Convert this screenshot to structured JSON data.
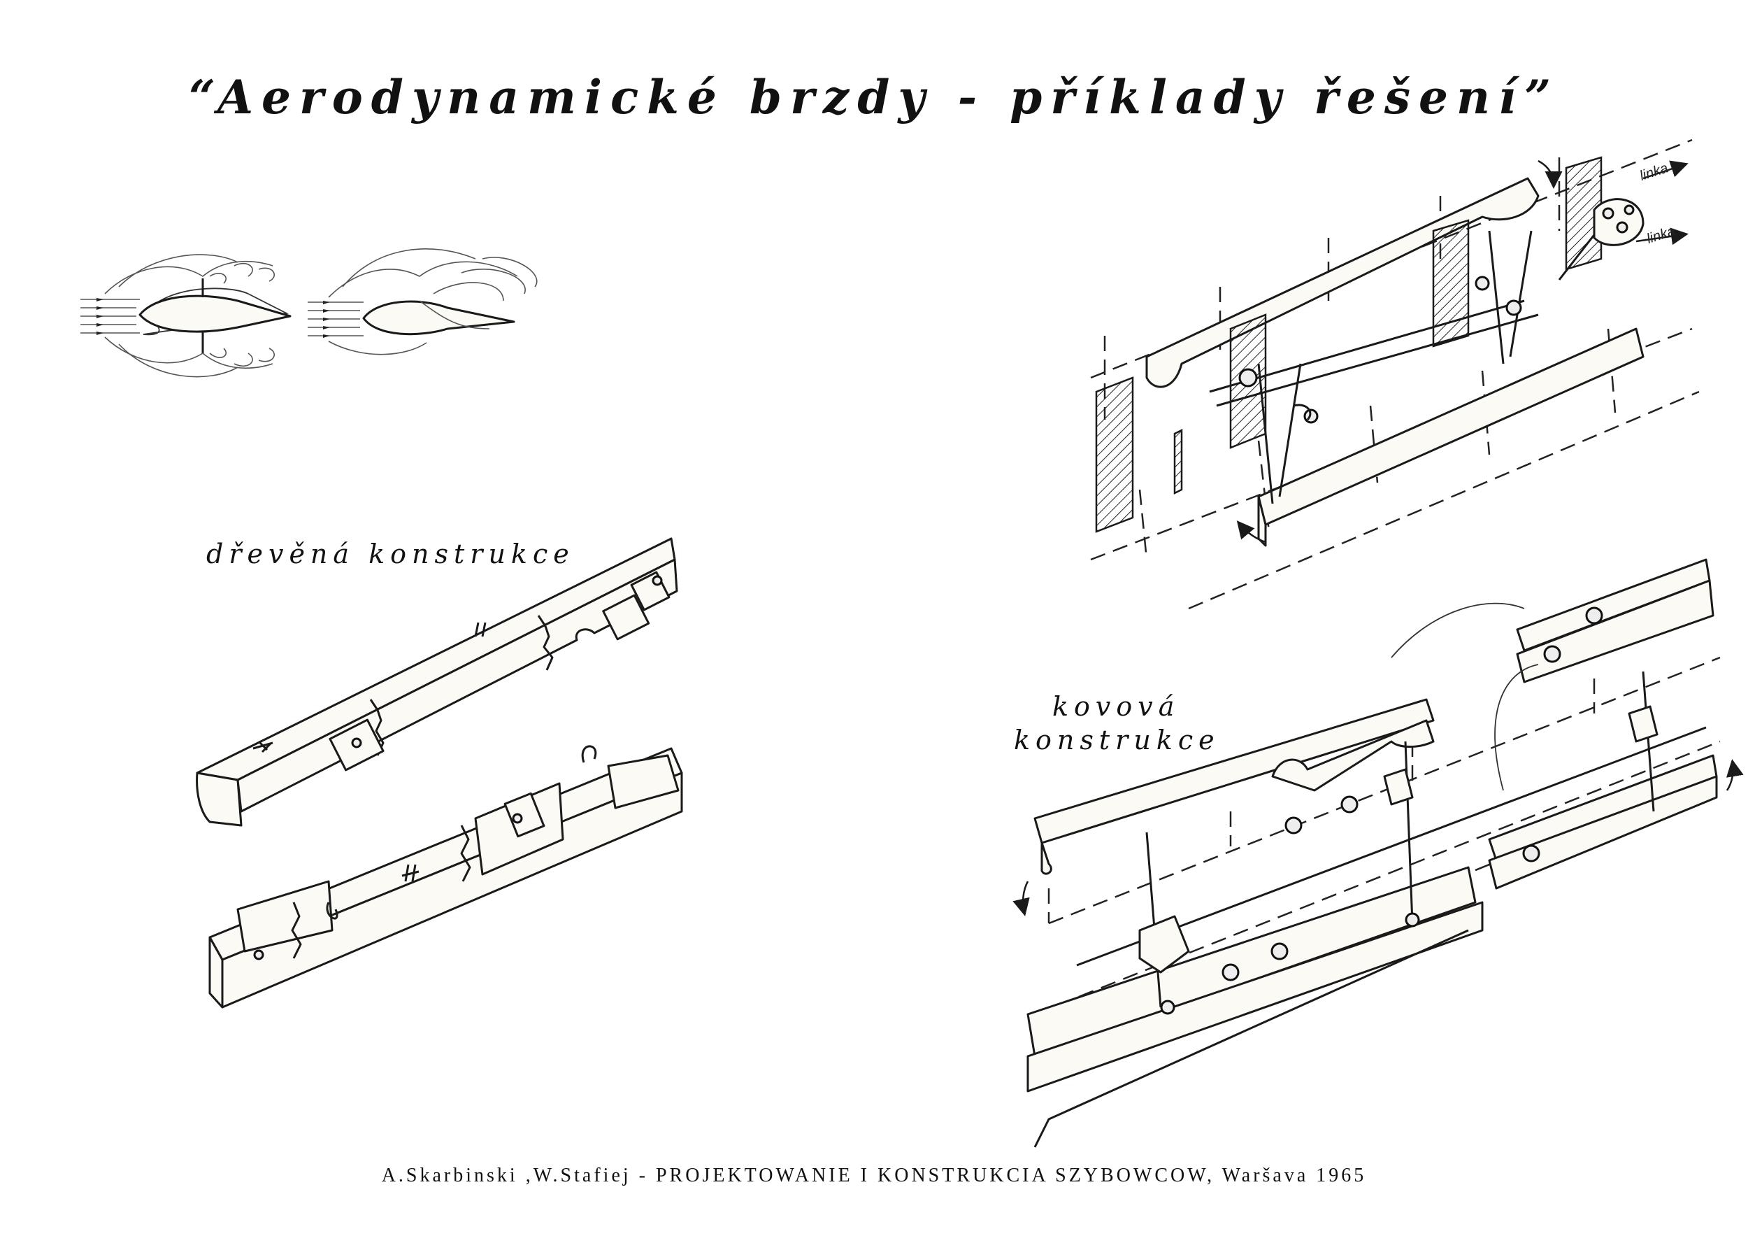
{
  "title": "“Aerodynamické brzdy - příklady řešení”",
  "labels": {
    "wooden": "dřevěná konstrukce",
    "metal_line1": "kovová",
    "metal_line2": "konstrukce",
    "cable_top": "linka",
    "cable_bottom": "linka"
  },
  "footer": "A.Skarbinski ,W.Stafiej - PROJEKTOWANIE I KONSTRUKCIA SZYBOWCOW, Waršava 1965",
  "colors": {
    "background": "#ffffff",
    "ink": "#1a1a1a",
    "part_fill": "#fbfaf5"
  }
}
